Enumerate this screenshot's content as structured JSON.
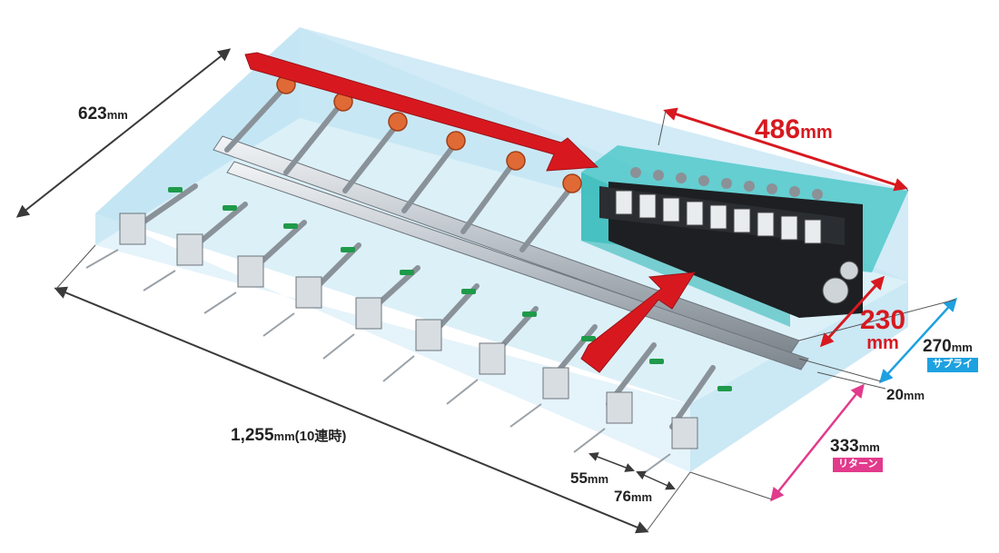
{
  "labels": {
    "depth": {
      "num": "623",
      "unit": "mm"
    },
    "length": {
      "num": "1,255",
      "unit": "mm",
      "note": "(10連時)"
    },
    "width_manifold": {
      "num": "486",
      "unit": "mm"
    },
    "height": {
      "num": "230",
      "unit": "mm"
    },
    "supply": {
      "num": "270",
      "unit": "mm",
      "tag": "サプライ"
    },
    "gap": {
      "num": "20",
      "unit": "mm"
    },
    "return": {
      "num": "333",
      "unit": "mm",
      "tag": "リターン"
    },
    "pitch_a": {
      "num": "55",
      "unit": "mm"
    },
    "pitch_b": {
      "num": "76",
      "unit": "mm"
    }
  },
  "colors": {
    "box_light": "#bfe3f3",
    "box_teal": "#3fc4c4",
    "arrow_red": "#d7191f",
    "supply_blue": "#1ea1e0",
    "return_magenta": "#e23a8c",
    "dim_line": "#3a3a3a"
  }
}
